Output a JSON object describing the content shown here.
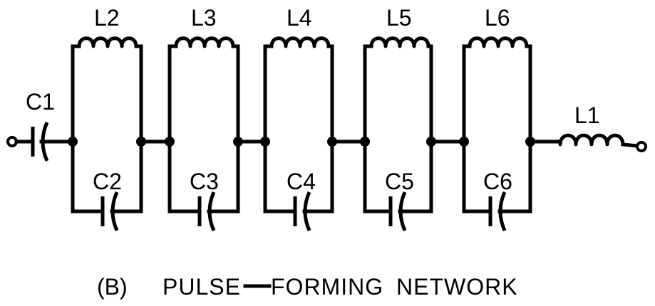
{
  "diagram": {
    "labels": {
      "c1": "C1",
      "l1": "L1",
      "sections": [
        {
          "inductor": "L2",
          "capacitor": "C2"
        },
        {
          "inductor": "L3",
          "capacitor": "C3"
        },
        {
          "inductor": "L4",
          "capacitor": "C4"
        },
        {
          "inductor": "L5",
          "capacitor": "C5"
        },
        {
          "inductor": "L6",
          "capacitor": "C6"
        }
      ]
    },
    "caption": {
      "prefix": "(B)",
      "word1": "PULSE",
      "word2": "FORMING",
      "word3": "NETWORK"
    }
  }
}
